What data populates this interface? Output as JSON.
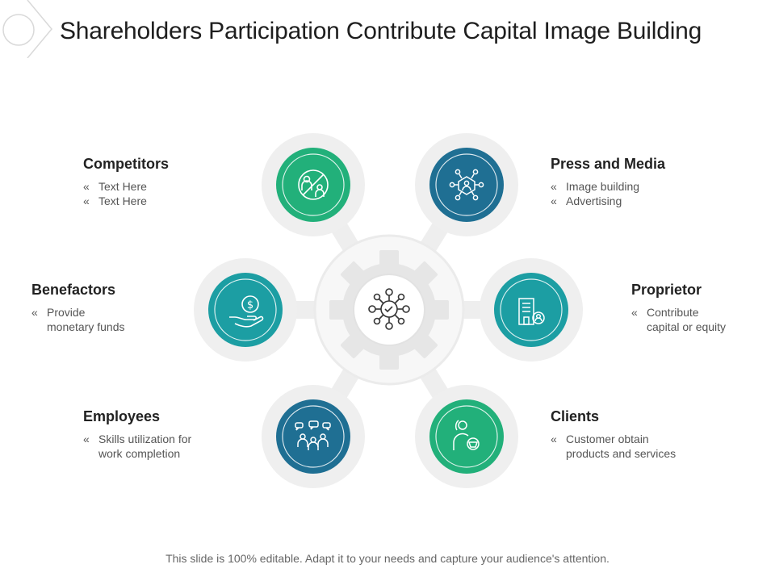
{
  "title": "Shareholders Participation Contribute Capital Image Building",
  "footer": "This slide is 100% editable. Adapt it to your needs and capture your audience's attention.",
  "colors": {
    "green": "#22b07a",
    "teal": "#1c9ea3",
    "blue": "#1f6f93",
    "gray_ring": "#eeeeee",
    "text_dark": "#222222",
    "text_gray": "#555555"
  },
  "center": {
    "icon": "gear-network-icon"
  },
  "stakeholders": [
    {
      "key": "competitors",
      "title": "Competitors",
      "bullets": [
        "Text Here",
        "Text Here"
      ],
      "icon": "no-competition-icon",
      "color": "green"
    },
    {
      "key": "press",
      "title": "Press and Media",
      "bullets": [
        "Image building",
        "Advertising"
      ],
      "icon": "network-people-icon",
      "color": "blue"
    },
    {
      "key": "benefactors",
      "title": "Benefactors",
      "bullets": [
        "Provide monetary funds"
      ],
      "bullet_lines": [
        "Provide",
        "monetary funds"
      ],
      "icon": "hand-dollar-icon",
      "color": "teal"
    },
    {
      "key": "proprietor",
      "title": "Proprietor",
      "bullets": [
        "Contribute capital or equity"
      ],
      "bullet_lines": [
        "Contribute",
        "capital or equity"
      ],
      "icon": "building-owner-icon",
      "color": "teal"
    },
    {
      "key": "employees",
      "title": "Employees",
      "bullets": [
        "Skills utilization for work completion"
      ],
      "bullet_lines": [
        "Skills utilization for",
        "work completion"
      ],
      "icon": "team-discussion-icon",
      "color": "blue"
    },
    {
      "key": "clients",
      "title": "Clients",
      "bullets": [
        "Customer obtain products and services"
      ],
      "bullet_lines": [
        "Customer obtain",
        "products and services"
      ],
      "icon": "customer-basket-icon",
      "color": "green"
    }
  ]
}
